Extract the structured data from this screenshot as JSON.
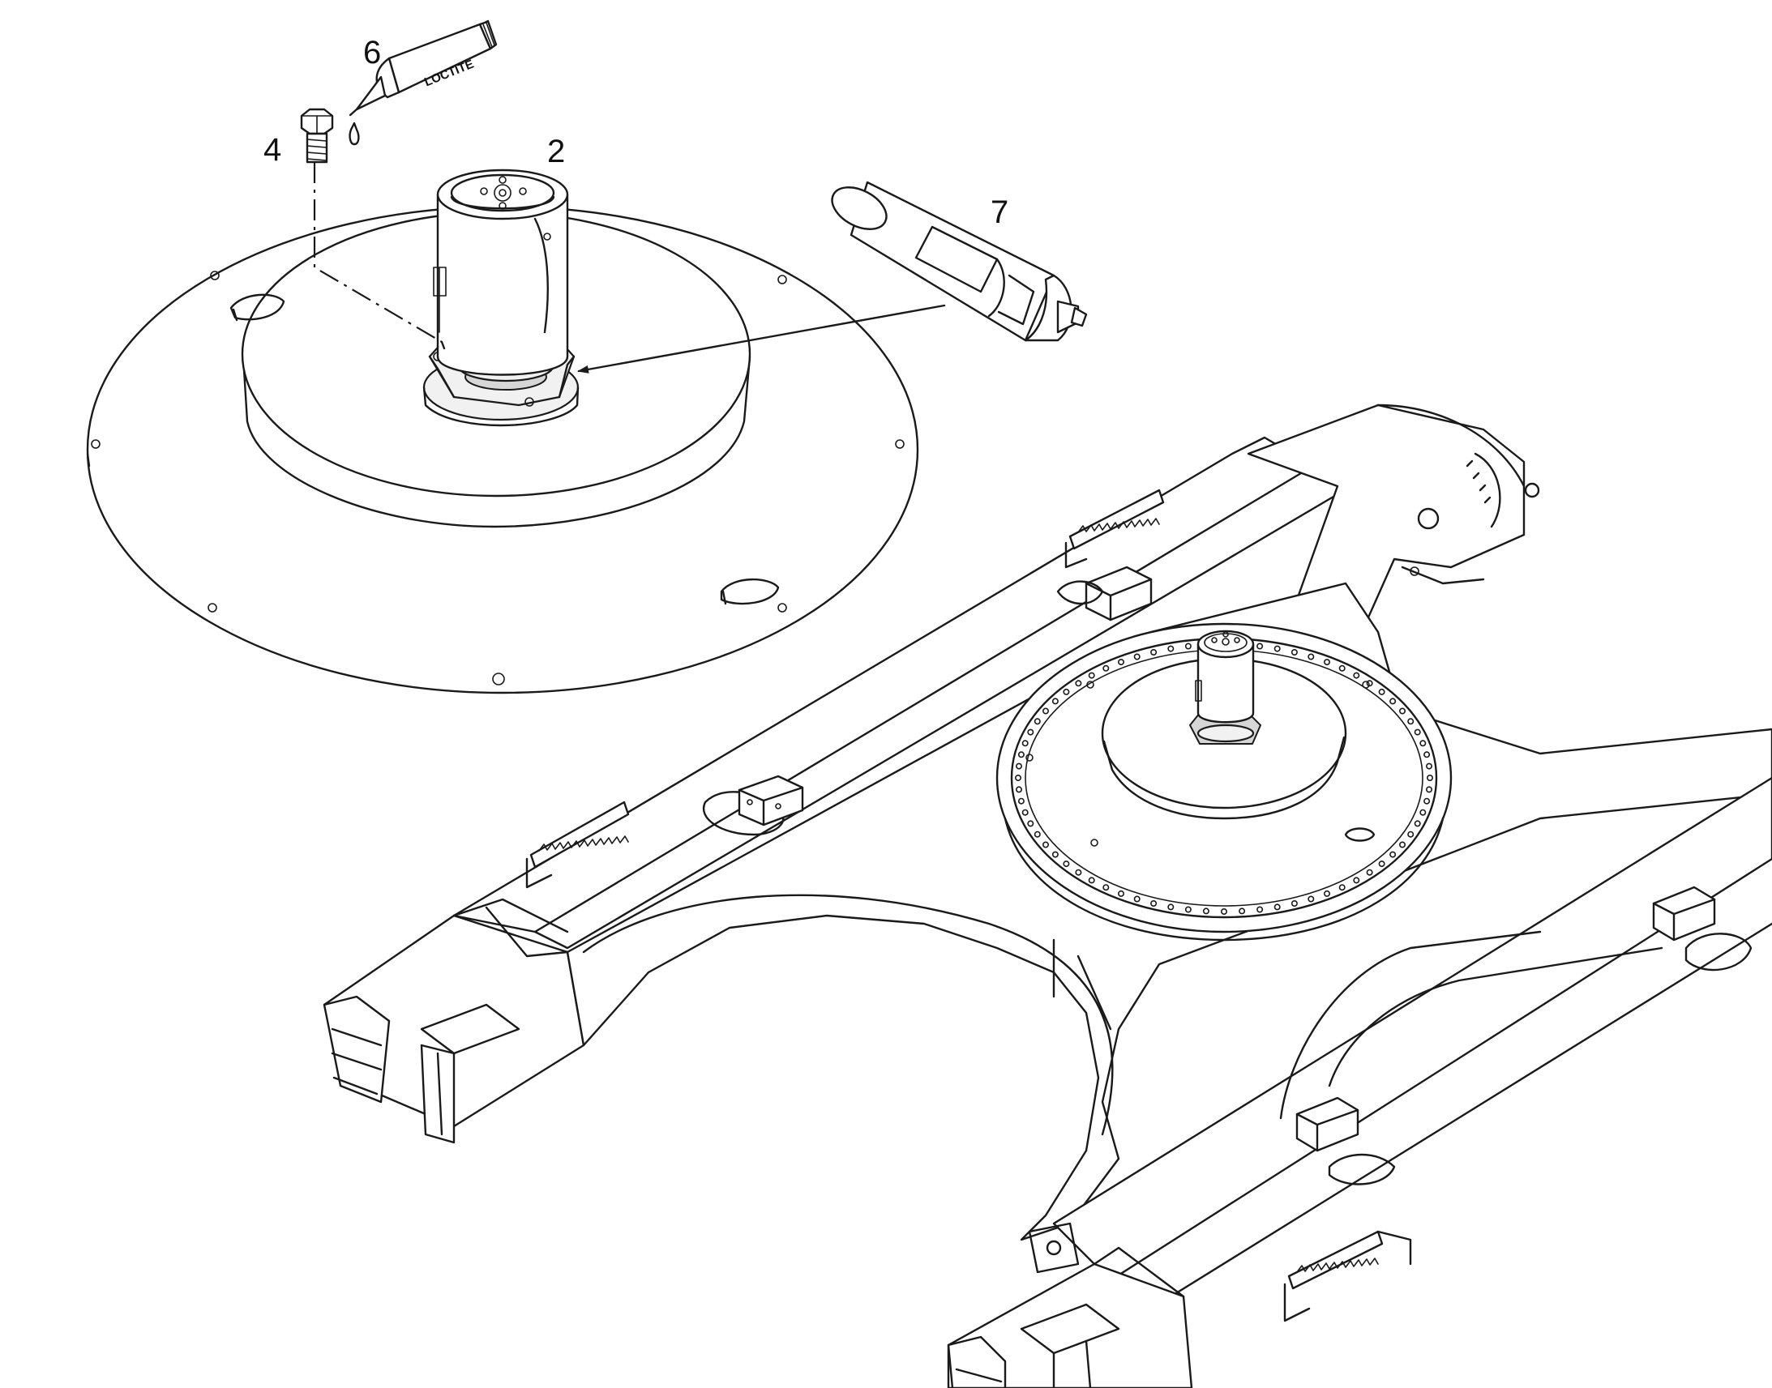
{
  "callouts": {
    "part_2": "2",
    "part_4": "4",
    "part_6": "6",
    "part_7": "7"
  },
  "tube_label": "LOCTITE",
  "colors": {
    "line": "#1a1a1a",
    "background": "#ffffff",
    "shade": "#f1f1f1"
  }
}
